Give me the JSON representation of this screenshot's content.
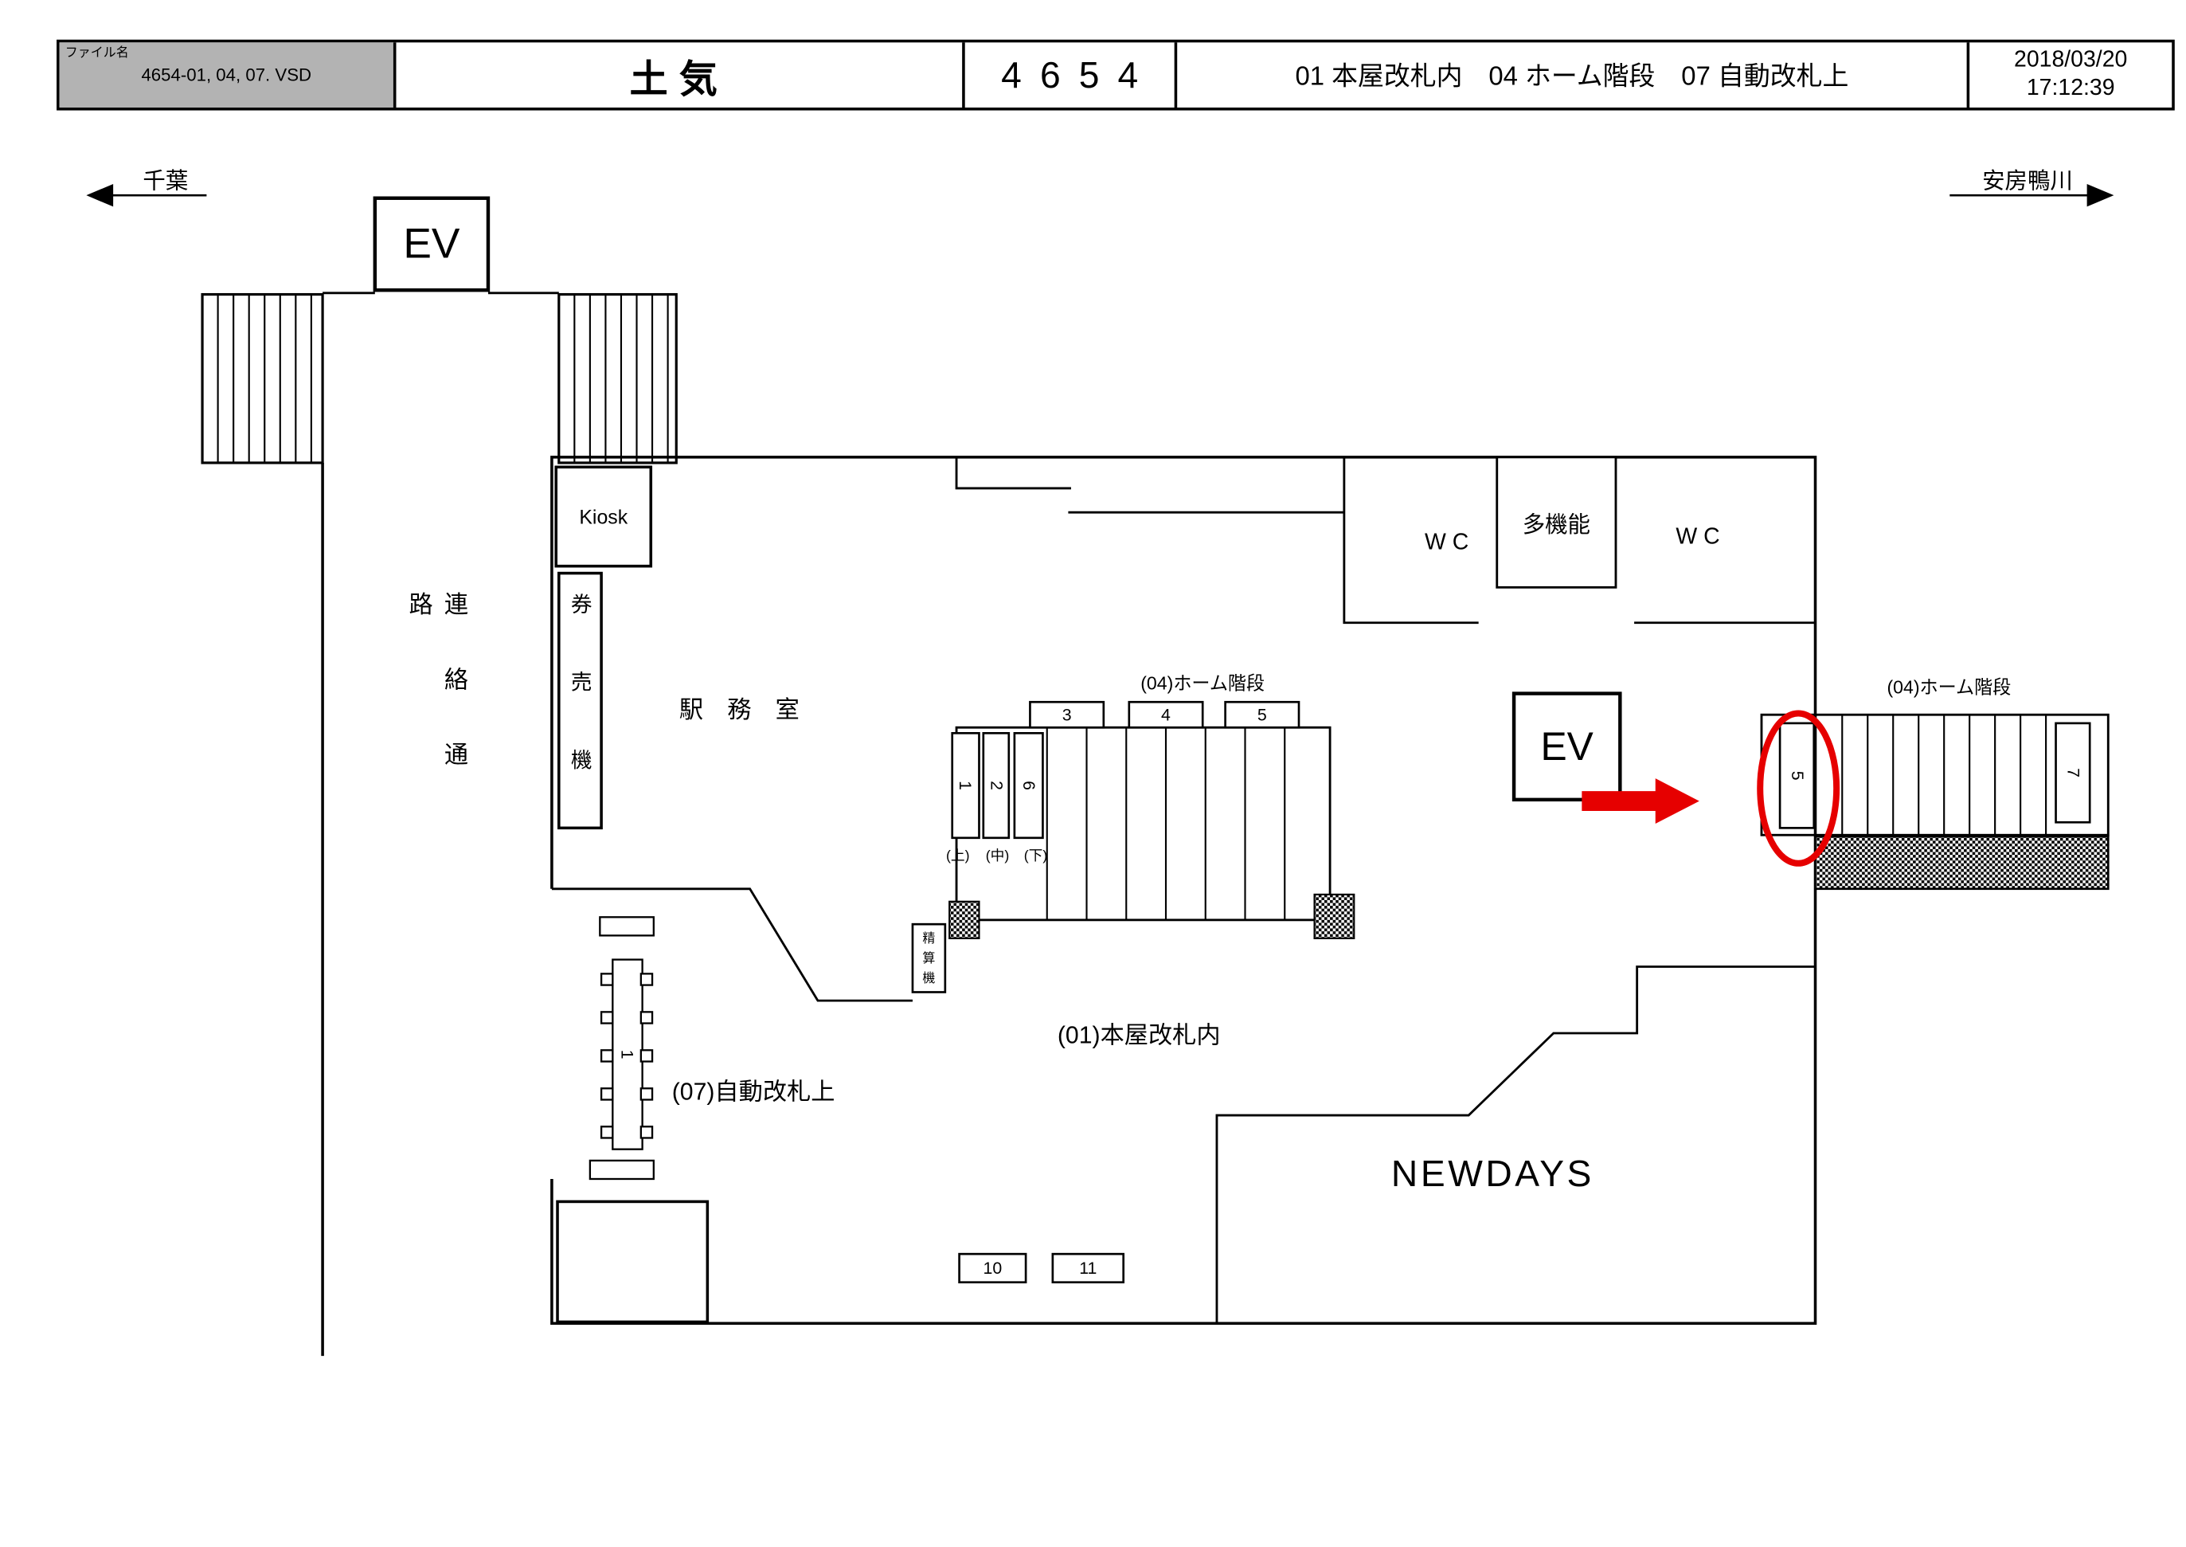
{
  "header": {
    "file_label": "ファイル名",
    "file_name": "4654-01, 04, 07. VSD",
    "title": "土気",
    "number": "4654",
    "categories": "01 本屋改札内　04 ホーム階段　07 自動改札上",
    "date": "2018/03/20",
    "time": "17:12:39"
  },
  "directions": {
    "left": "千葉",
    "right": "安房鴨川"
  },
  "plan": {
    "ev_top": "EV",
    "ev_right": "EV",
    "kiosk": "Kiosk",
    "ticket_machines": "券売機",
    "station_office": "駅　務　室",
    "corridor": "連絡通路",
    "restrooms": {
      "wc_left": "W C",
      "multi": "多機能",
      "wc_right": "W C"
    },
    "mid_stairs": {
      "label": "(04)ホーム階段",
      "top_boxes": [
        "3",
        "4",
        "5"
      ],
      "side_boxes": [
        "1",
        "2",
        "6"
      ],
      "levels": [
        "(上)",
        "(中)",
        "(下)"
      ]
    },
    "right_stairs": {
      "label": "(04)ホーム階段",
      "left_box": "5",
      "right_box": "7"
    },
    "fare_adjustment": "精算機",
    "area_01": "(01)本屋改札内",
    "area_07": "(07)自動改札上",
    "gate_number": "1",
    "newdays": "NEWDAYS",
    "sign_10": "10",
    "sign_11": "11"
  },
  "colors": {
    "accent_red": "#e60000",
    "header_gray": "#b3b3b3",
    "line": "#000000"
  }
}
